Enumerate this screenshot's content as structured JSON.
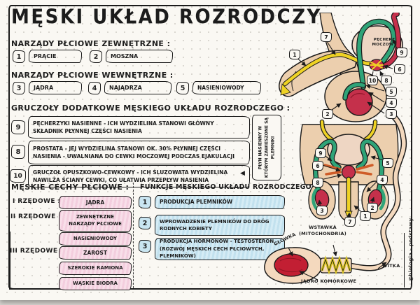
{
  "page": {
    "title": "MĘSKI UKŁAD ROZRODCZY",
    "handle": "@biologia - podstawy"
  },
  "sections": {
    "external": {
      "header": "NARZĄDY PŁCIOWE ZEWNĘTRZNE :",
      "items": [
        {
          "num": "1",
          "label": "PRĄCIE"
        },
        {
          "num": "2",
          "label": "MOSZNA"
        }
      ]
    },
    "internal": {
      "header": "NARZĄDY PŁCIOWE WEWNĘTRZNE :",
      "items": [
        {
          "num": "3",
          "label": "JĄDRA"
        },
        {
          "num": "4",
          "label": "NAJĄDRZA"
        },
        {
          "num": "5",
          "label": "NASIENIOWODY"
        }
      ]
    },
    "glands": {
      "header": "GRUCZOŁY DODATKOWE MĘSKIEGO UKŁADU ROZRODCZEGO :",
      "items": [
        {
          "num": "9",
          "text": "PĘCHERZYKI NASIENNE - ICH WYDZIELINA STANOWI GŁÓWNY SKŁADNIK PŁYNNEJ CZĘŚCI NASIENIA"
        },
        {
          "num": "8",
          "text": "PROSTATA - JEJ WYDZIELINA STANOWI OK. 30% PŁYNNEJ CZĘŚCI NASIENIA - UWALNIANA DO CEWKI MOCZOWEJ PODCZAS EJAKULACJI"
        },
        {
          "num": "10",
          "text": "GRUCZOŁ OPUSZKOWO-CEWKOWY - ICH ŚLUZOWATA WYDZIELINA NAWILŻA ŚCIANY CEWKI, CO UŁATWIA PRZEPŁYW NASIENIA"
        }
      ],
      "side_note": "PŁYN NASIENNY W KTÓRYM ZAWIESZONE SĄ PLEMNIKI",
      "arrow_icon": "◀"
    },
    "traits": {
      "header": "MĘSKIE CECHY PŁCIOWE :",
      "row_labels": [
        "I RZĘDOWE :",
        "II RZĘDOWE :",
        "III RZĘDOWE :"
      ],
      "boxes": [
        "JĄDRA",
        "ZEWNĘTRZNE NARZĄDY PŁCIOWE",
        "NASIENIOWODY",
        "ZAROST",
        "SZEROKIE RAMIONA",
        "WĄSKIE BIODRA"
      ]
    },
    "functions": {
      "header": "FUNKCJE MĘSKIEGO UKŁADU ROZRODCZEGO :",
      "items": [
        {
          "num": "1",
          "text": "PRODUKCJA PLEMNIKÓW"
        },
        {
          "num": "2",
          "text": "WPROWADZENIE PLEMNIKÓW DO DRÓG RODNYCH KOBIETY"
        },
        {
          "num": "3",
          "text": "PRODUKCJA HORMONÓW - TESTOSTERON (ROZWÓJ MĘSKICH CECH PŁCIOWYCH, PLEMNIKÓW)"
        }
      ]
    }
  },
  "diagrams": {
    "side_view": {
      "bladder_label": "PĘCHERZ MOCZOWY",
      "markers": [
        "1",
        "2",
        "3",
        "4",
        "5",
        "6",
        "7",
        "8",
        "9",
        "10"
      ]
    },
    "front_view": {
      "markers": [
        "1",
        "2",
        "3",
        "4",
        "5",
        "6",
        "7",
        "8",
        "9"
      ]
    },
    "sperm": {
      "head": "GŁÓWKA",
      "midpiece": "WSTAWKA (MITOCHONDRIA)",
      "nucleus": "JĄDRO KOMÓRKOWE",
      "tail": "WITKA"
    }
  },
  "colors": {
    "ink": "#1b1b1b",
    "pink_fill": "#f5d7e3",
    "blue_fill": "#c9e5f1",
    "skin": "#eccfae",
    "bladder": "#eed6c3",
    "yellow": "#efd224",
    "green": "#2fa478",
    "red": "#c5304b",
    "orange": "#cf5c28"
  }
}
